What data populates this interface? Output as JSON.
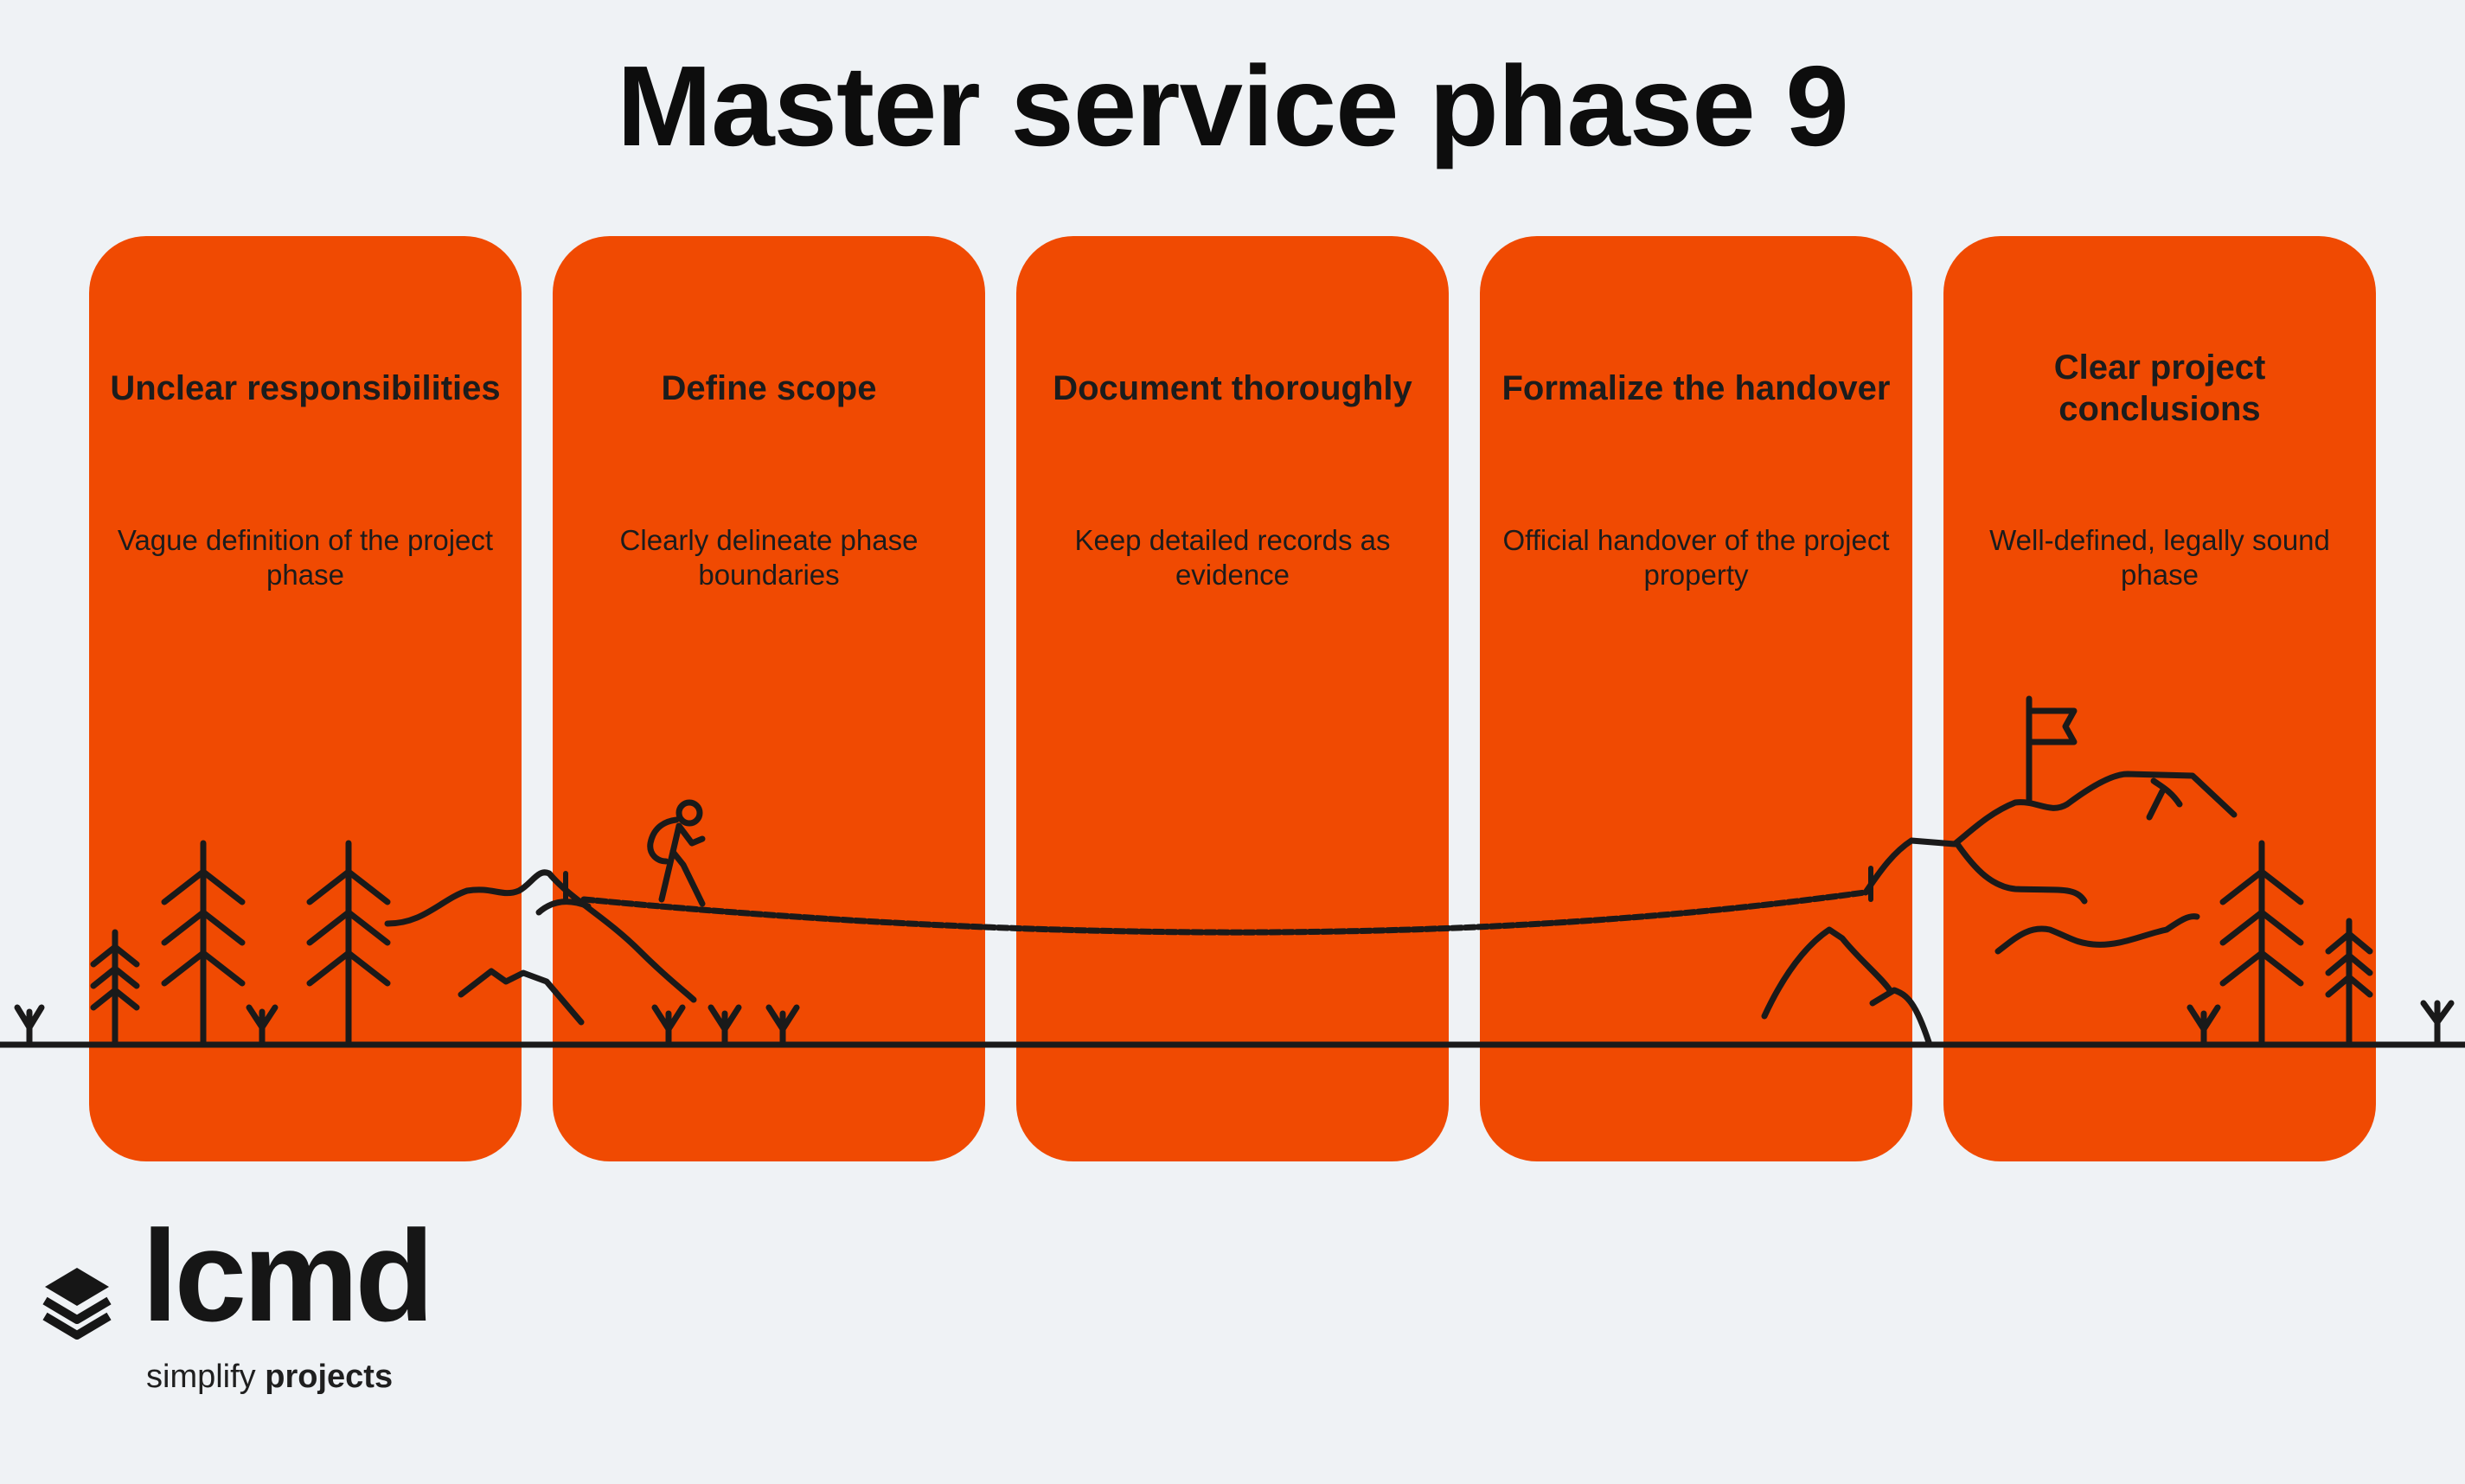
{
  "title": "Master service phase 9",
  "cards": [
    {
      "title": "Unclear responsibilities",
      "description": "Vague definition of the project phase"
    },
    {
      "title": "Define scope",
      "description": "Clearly delineate phase boundaries"
    },
    {
      "title": "Document thoroughly",
      "description": "Keep detailed records as evidence"
    },
    {
      "title": "Formalize the handover",
      "description": "Official handover of the project property"
    },
    {
      "title": "Clear project conclusions",
      "description": "Well-defined, legally sound phase"
    }
  ],
  "logo": {
    "wordmark": "lcmd",
    "tagline_regular": "simplify",
    "tagline_bold": "projects"
  },
  "colors": {
    "background": "#eff2f5",
    "card": "#f04a02",
    "ink": "#1a1a1a"
  },
  "icons": [
    "tree-icon",
    "mountain-icon",
    "hiker-icon",
    "rope-bridge-icon",
    "flag-icon",
    "sprout-icon",
    "logo-stack-icon"
  ]
}
